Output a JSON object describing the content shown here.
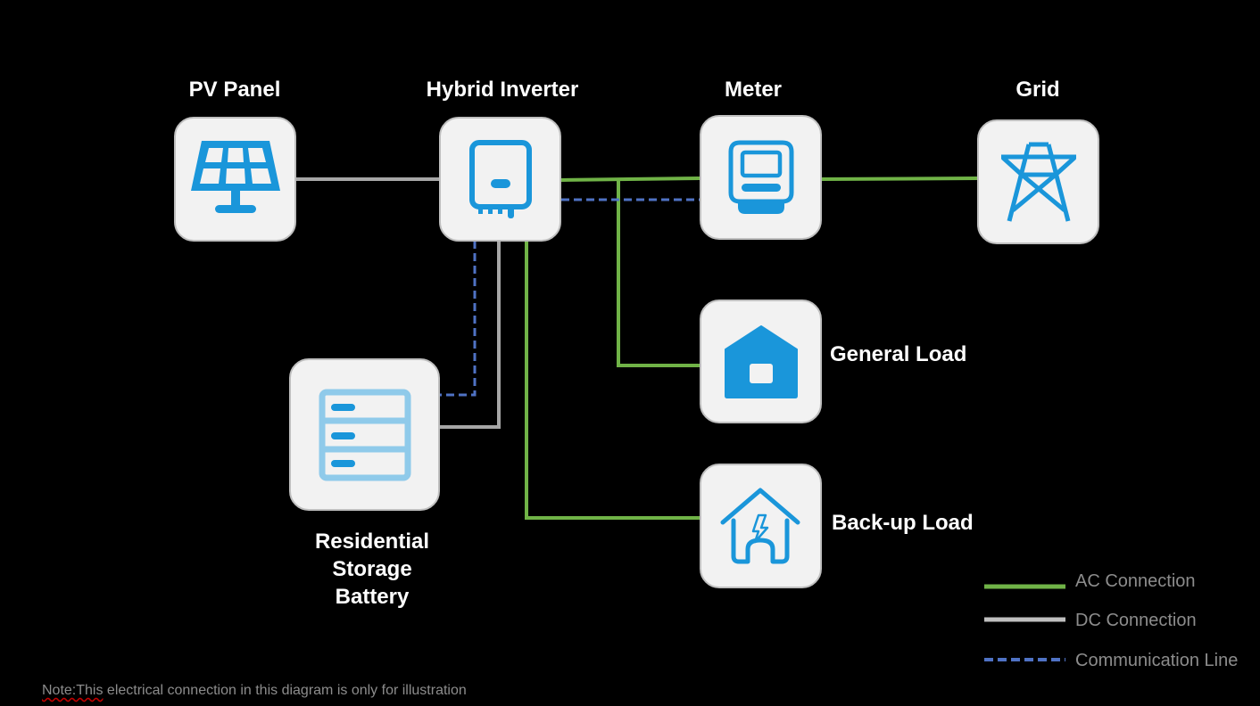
{
  "nodes": {
    "pv_panel": {
      "label": "PV Panel",
      "icon": "solar-panel-icon"
    },
    "hybrid_inverter": {
      "label": "Hybrid Inverter",
      "icon": "inverter-icon"
    },
    "meter": {
      "label": "Meter",
      "icon": "meter-icon"
    },
    "grid": {
      "label": "Grid",
      "icon": "transmission-tower-icon"
    },
    "general_load": {
      "label": "General Load",
      "icon": "house-icon"
    },
    "backup_load": {
      "label": "Back-up Load",
      "icon": "house-lightning-icon"
    },
    "battery": {
      "label_lines": [
        "Residential",
        "Storage",
        "Battery"
      ],
      "icon": "battery-stack-icon"
    }
  },
  "connections": [
    {
      "from": "PV Panel",
      "to": "Hybrid Inverter",
      "type": "DC Connection"
    },
    {
      "from": "Hybrid Inverter",
      "to": "Meter",
      "type": "AC Connection"
    },
    {
      "from": "Hybrid Inverter",
      "to": "Meter",
      "type": "Communication Line"
    },
    {
      "from": "Meter",
      "to": "Grid",
      "type": "AC Connection"
    },
    {
      "from": "Hybrid Inverter",
      "to": "General Load",
      "type": "AC Connection"
    },
    {
      "from": "Hybrid Inverter",
      "to": "Back-up Load",
      "type": "AC Connection"
    },
    {
      "from": "Hybrid Inverter",
      "to": "Residential Storage Battery",
      "type": "DC Connection"
    },
    {
      "from": "Hybrid Inverter",
      "to": "Residential Storage Battery",
      "type": "Communication Line"
    }
  ],
  "legend": [
    {
      "label": "AC Connection",
      "style": "solid",
      "color": "#70b347"
    },
    {
      "label": "DC Connection",
      "style": "solid",
      "color": "#a6a6a6"
    },
    {
      "label": "Communication Line",
      "style": "dashed",
      "color": "#4f72c4"
    }
  ],
  "colors": {
    "icon_blue": "#1a96da",
    "icon_light_blue": "#8fcaea",
    "background": "#000000",
    "box_fill": "#f2f2f2"
  },
  "note": {
    "prefix": "Note:This",
    "text": " electrical connection in this diagram is only for illustration"
  }
}
